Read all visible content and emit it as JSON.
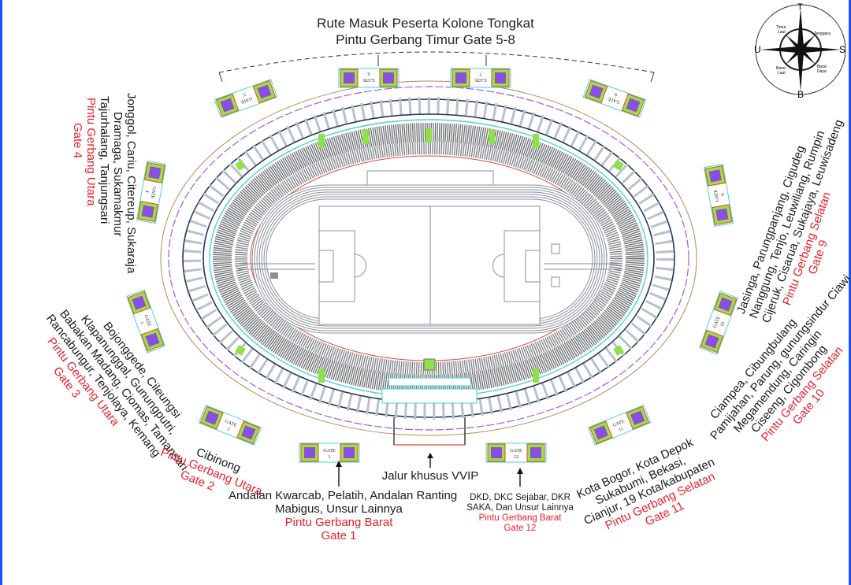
{
  "title": {
    "line1": "Rute Masuk Peserta Kolone Tongkat",
    "line2": "Pintu Gerbang Timur Gate 5-8"
  },
  "compass": {
    "north": "T",
    "south": "B",
    "west": "U",
    "east": "S",
    "ne": "Tenggara",
    "nw_line1": "Timur",
    "nw_line2": "Laut",
    "sw_line1": "Barat",
    "sw_line2": "Laut",
    "se_line1": "Barat",
    "se_line2": "Daya"
  },
  "gates": [
    {
      "id": "1",
      "label": "GATE",
      "num": "1"
    },
    {
      "id": "2",
      "label": "GATE",
      "num": "2"
    },
    {
      "id": "3",
      "label": "GATE",
      "num": "3"
    },
    {
      "id": "4",
      "label": "GATE",
      "num": "4"
    },
    {
      "id": "5",
      "label": "GATE",
      "num": "5"
    },
    {
      "id": "6",
      "label": "GATE",
      "num": "6"
    },
    {
      "id": "7",
      "label": "GATE",
      "num": "7"
    },
    {
      "id": "8",
      "label": "GATE",
      "num": "8"
    },
    {
      "id": "9",
      "label": "GATE",
      "num": "9"
    },
    {
      "id": "10",
      "label": "GATE",
      "num": "10"
    },
    {
      "id": "11",
      "label": "GATE",
      "num": "11"
    },
    {
      "id": "12",
      "label": "GATE",
      "num": "12"
    }
  ],
  "routes": {
    "gate4": {
      "lines": [
        "Jonggol, Cariu, Citereup, Sukaraja",
        "Dramaga, Sukamakmur",
        "Tajurhalang, Tanjungsari"
      ],
      "entrance": "Pintu Gerbang Utara",
      "gate": "Gate 4"
    },
    "gate3": {
      "lines": [
        "Bojonggede, Cileungsi",
        "Klapanunggal, Gunungputri,",
        "Babakan Madang, Ciomas, Tamansari",
        "Rancabungur, Tenjolaya, Kemang"
      ],
      "entrance": "Pintu Gerbang Utara",
      "gate": "Gate 3"
    },
    "gate2": {
      "lines": [
        "Cibinong"
      ],
      "entrance": "Pintu Gerbang Utara",
      "gate": "Gate 2"
    },
    "gate1": {
      "lines": [
        "Andalan Kwarcab, Pelatih, Andalan Ranting",
        "Mabigus, Unsur Lainnya"
      ],
      "entrance": "Pintu Gerbang Barat",
      "gate": "Gate 1"
    },
    "vvip": {
      "label": "Jalur khusus VVIP"
    },
    "gate12": {
      "lines": [
        "DKD, DKC Sejabar, DKR",
        "SAKA, Dan Unsur Lainnya"
      ],
      "entrance": "Pintu Gerbang Barat",
      "gate": "Gate 12"
    },
    "gate11": {
      "lines": [
        "Kota Bogor, Kota Depok",
        "Sukabumi, Bekasi,",
        "Cianjur, 19 Kota/kabupaten"
      ],
      "entrance": "Pintu Gerbang Selatan",
      "gate": "Gate 11"
    },
    "gate10": {
      "lines": [
        "Ciampea, Cibungbulang",
        "Pamijahan, Parung, gunungsindur Ciawi,",
        "Megamendung, Caringin",
        "Ciseeng, Cigombong"
      ],
      "entrance": "Pintu Gerbang Selatan",
      "gate": "Gate 10"
    },
    "gate9": {
      "lines": [
        "Jasinga, Parungpanjang, Cigudeg",
        "Nanggung, Tenjo, Leuwiliang, Rumpin",
        "Cijeruk, Cisarua, Sukajaya, Leuwisadeng"
      ],
      "entrance": "Pintu Gerbang Selatan",
      "gate": "Gate 9"
    }
  },
  "colors": {
    "accent_red": "#e8202a",
    "frame_blue": "#1f4fff",
    "gate_purple": "#8a4fe0",
    "gate_green": "#9fe03a",
    "track_gray": "#8a9298",
    "seating_green": "#8fe04a"
  }
}
